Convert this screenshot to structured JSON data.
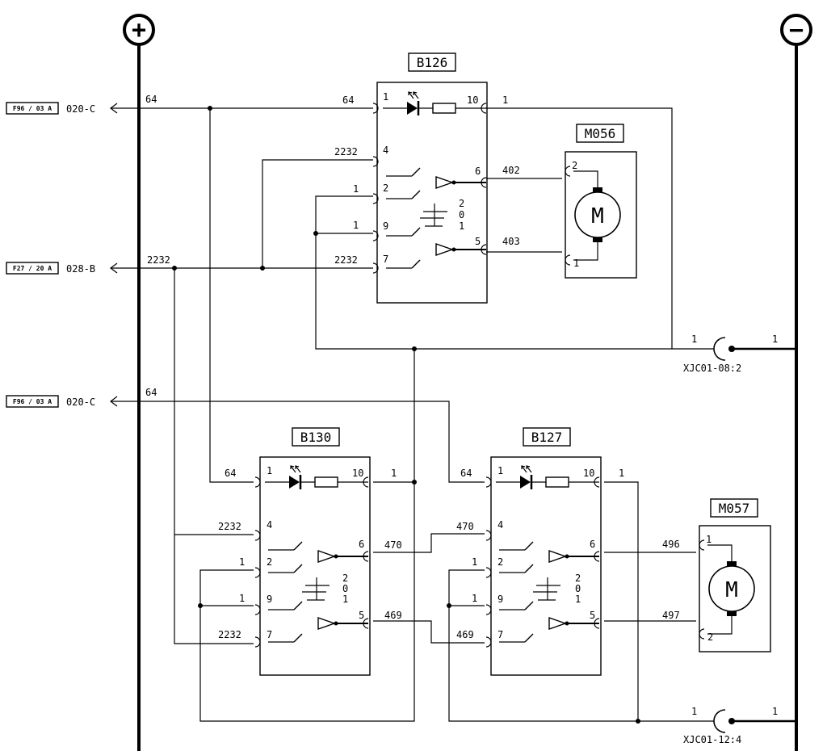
{
  "rails": {
    "positive_symbol": "+",
    "negative_symbol": "−"
  },
  "refs": {
    "top": {
      "fuse": "F96 / 03 A",
      "wire": "020-C",
      "num": "64"
    },
    "mid": {
      "fuse": "F27 / 20 A",
      "wire": "028-B",
      "num": "2232"
    },
    "low": {
      "fuse": "F96 / 03 A",
      "wire": "020-C",
      "num": "64"
    }
  },
  "switches": {
    "b126": {
      "name": "B126",
      "w_left": [
        "64",
        "2232",
        "1",
        "1",
        "2232"
      ],
      "w_right": [
        "1",
        "402",
        "403"
      ]
    },
    "b130": {
      "name": "B130",
      "w_left": [
        "64",
        "2232",
        "1",
        "1",
        "2232"
      ],
      "w_right": [
        "1",
        "470",
        "469"
      ]
    },
    "b127": {
      "name": "B127",
      "w_left": [
        "64",
        "470",
        "1",
        "1",
        "469"
      ],
      "w_right": [
        "1",
        "496",
        "497"
      ]
    }
  },
  "pins": {
    "p1": "1",
    "p10": "10",
    "p4": "4",
    "p6": "6",
    "p2": "2",
    "p9": "9",
    "p5": "5",
    "p7": "7",
    "pos2": "2",
    "pos0": "0",
    "pos1": "1"
  },
  "motors": {
    "m056": {
      "name": "M056",
      "symbol": "M",
      "pin_top": "2",
      "pin_bottom": "1"
    },
    "m057": {
      "name": "M057",
      "symbol": "M",
      "pin_top": "1",
      "pin_bottom": "2"
    }
  },
  "connectors": {
    "c1": {
      "label": "XJC01-08:2",
      "pin_left": "1",
      "pin_right": "1"
    },
    "c2": {
      "label": "XJC01-12:4",
      "pin_left": "1",
      "pin_right": "1"
    }
  },
  "colors": {
    "ink": "#000000",
    "background": "#ffffff"
  }
}
